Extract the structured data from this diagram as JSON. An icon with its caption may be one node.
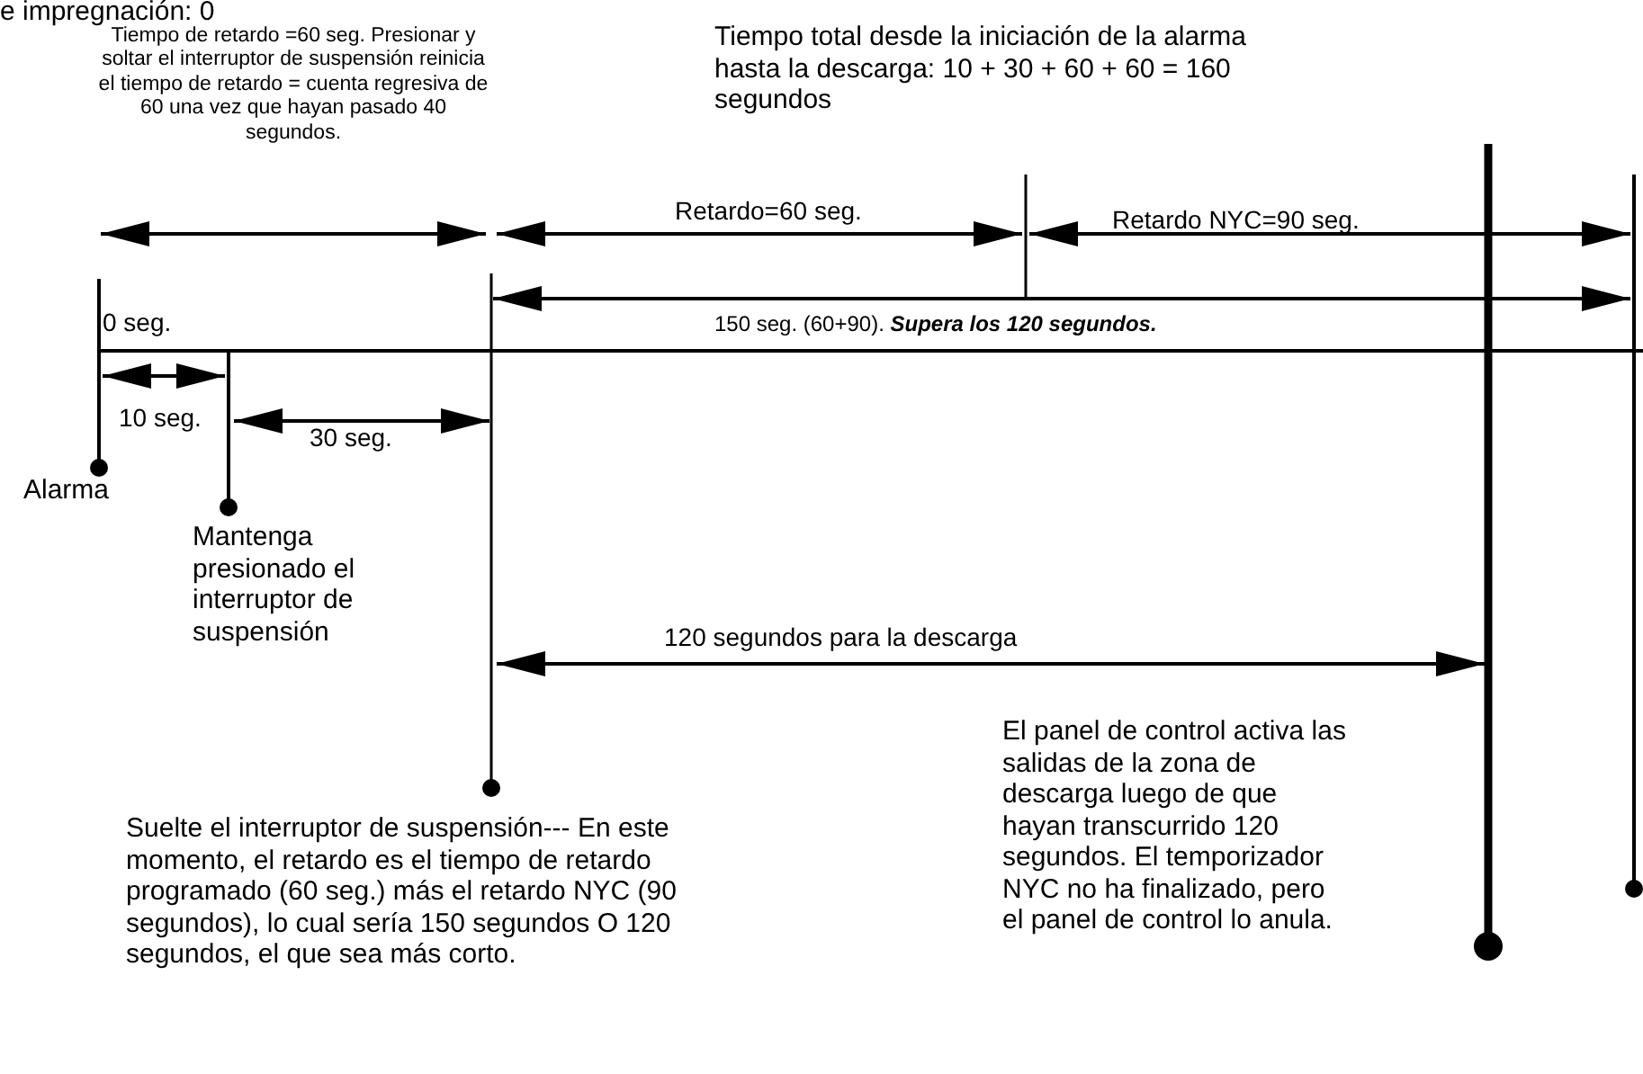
{
  "diagram": {
    "labels": [
      "e impregnación: 0",
      "Tiempo de retardo =60 seg. Presionar y soltar el interruptor de suspensión reinicia el tiempo de retardo = cuenta regresiva de 60 una vez que hayan pasado 40 segundos.",
      "Tiempo total desde la iniciación de la alarma hasta la descarga: 10 + 30 + 60 + 60 = 160 segundos",
      "Retardo=60 seg.",
      "Retardo NYC=90 seg.",
      "0 seg.",
      "150 seg. (60+90). **Supera los 120 segundos.**",
      "10 seg.",
      "30 seg.",
      "Alarma",
      "Mantenga presionado el interruptor de suspensión",
      "120 segundos para la descarga",
      "Suelte el interruptor de suspensión--- En este momento, el retardo es el tiempo de retardo programado (60 seg.) más el retardo NYC (90 segundos), lo cual sería 150 segundos O 120 segundos, el que sea más corto.",
      "El panel de control activa las salidas de la zona de descarga luego de que hayan transcurrido 120 segundos. El temporizador NYC no ha finalizado, pero el panel de control lo anula."
    ]
  }
}
